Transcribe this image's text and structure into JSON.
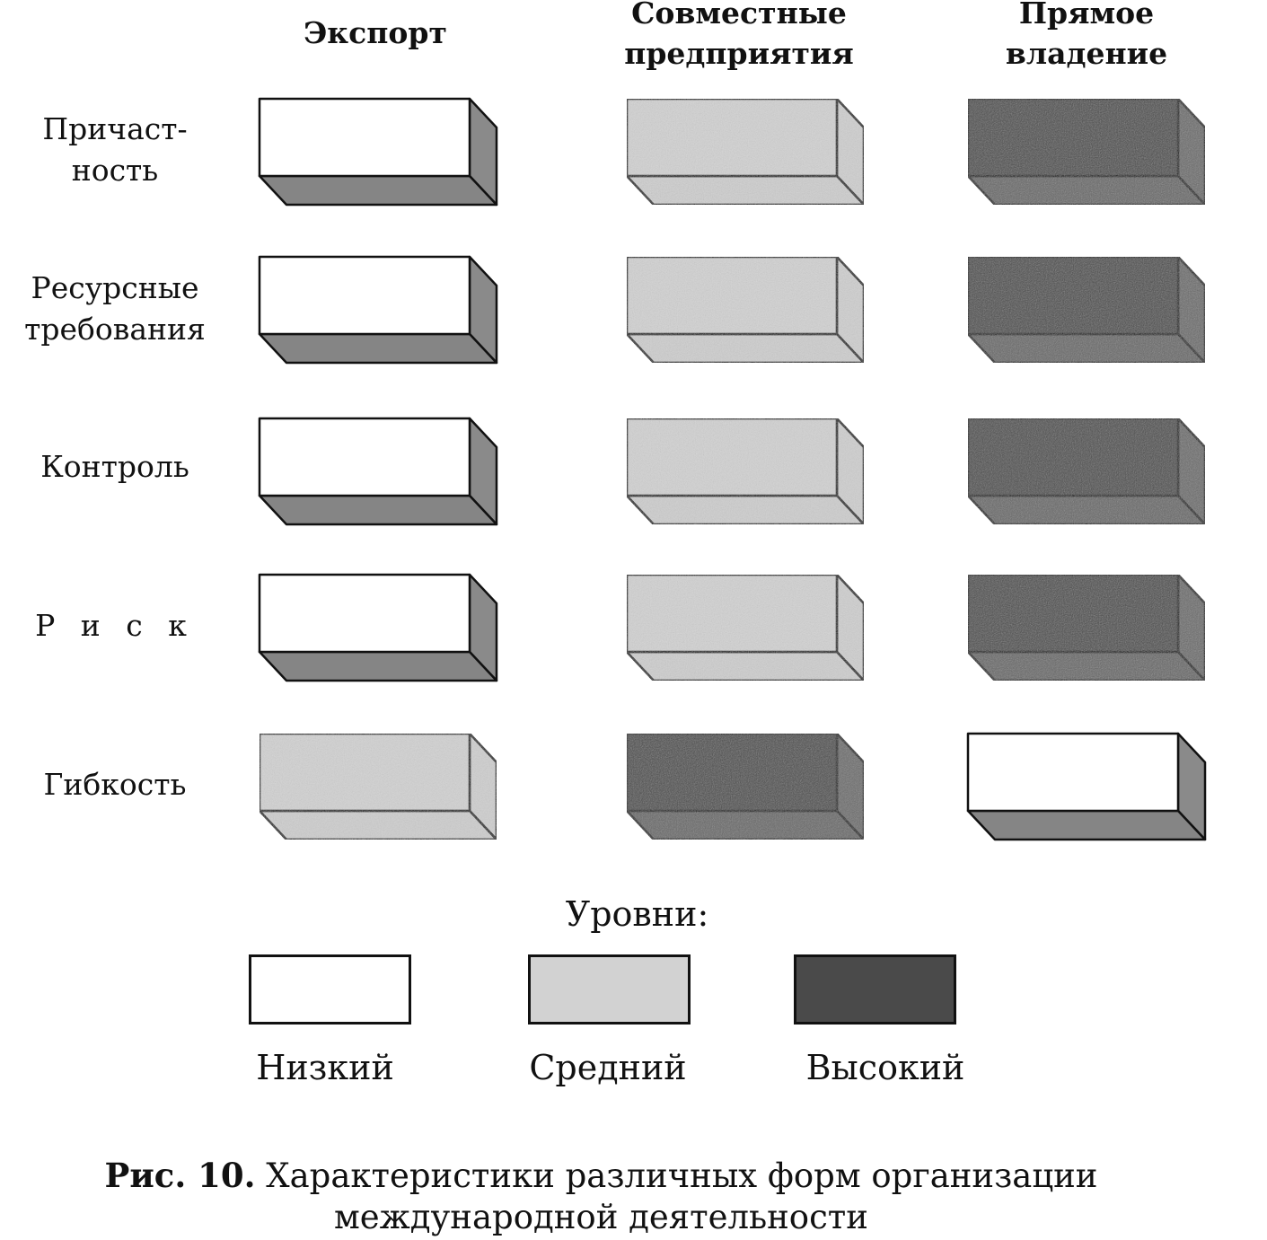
{
  "columns": [
    {
      "lines": [
        "Экспорт"
      ]
    },
    {
      "lines": [
        "Совместные",
        "предприятия"
      ]
    },
    {
      "lines": [
        "Прямое",
        "владение"
      ]
    }
  ],
  "rows": [
    {
      "lines": [
        "Причаст-",
        "ность"
      ],
      "levels": [
        "low",
        "medium",
        "high"
      ]
    },
    {
      "lines": [
        "Ресурсные",
        "требования"
      ],
      "levels": [
        "low",
        "medium",
        "high"
      ]
    },
    {
      "lines": [
        "Контроль"
      ],
      "levels": [
        "low",
        "medium",
        "high"
      ]
    },
    {
      "lines": [
        "Р и с к"
      ],
      "levels": [
        "low",
        "medium",
        "high"
      ]
    },
    {
      "lines": [
        "Гибкость"
      ],
      "levels": [
        "medium",
        "high",
        "low"
      ]
    }
  ],
  "legend": {
    "title": "Уровни:",
    "items": [
      {
        "level": "low",
        "label": "Низкий"
      },
      {
        "level": "medium",
        "label": "Средний"
      },
      {
        "level": "high",
        "label": "Высокий"
      }
    ]
  },
  "caption": {
    "figure_number": "Рис. 10.",
    "text_line1": "Характеристики различных форм организации",
    "text_line2": "международной деятельности"
  },
  "level_colors": {
    "low": {
      "front": "#ffffff",
      "top": "#ffffff",
      "side": "#8a8a8a",
      "bottom": "#858585"
    },
    "medium": {
      "front": "#d2d2d2",
      "top": "#dadada",
      "side": "#cfcfcf",
      "bottom": "#cecece"
    },
    "high": {
      "front": "#4a4a4a",
      "top": "#555555",
      "side": "#6a6a6a",
      "bottom": "#666666"
    }
  }
}
